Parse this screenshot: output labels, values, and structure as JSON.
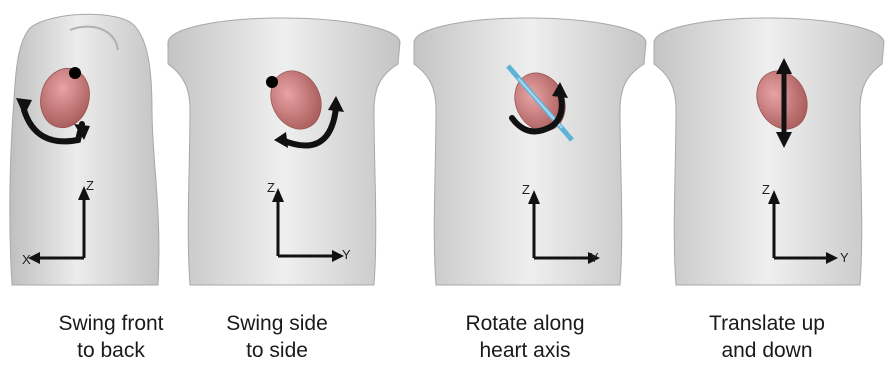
{
  "panels": [
    {
      "caption_line1": "Swing front",
      "caption_line2": "to back",
      "axis_vertical": "Z",
      "axis_horizontal": "X",
      "motion_icon": "curved-arrow-icon"
    },
    {
      "caption_line1": "Swing side",
      "caption_line2": "to side",
      "axis_vertical": "Z",
      "axis_horizontal": "Y",
      "motion_icon": "curved-arrow-icon"
    },
    {
      "caption_line1": "Rotate along",
      "caption_line2": "heart axis",
      "axis_vertical": "Z",
      "axis_horizontal": "Y",
      "motion_icon": "rotation-arrow-icon"
    },
    {
      "caption_line1": "Translate up",
      "caption_line2": "and down",
      "axis_vertical": "Z",
      "axis_horizontal": "Y",
      "motion_icon": "double-arrow-icon"
    }
  ],
  "colors": {
    "torso": "#d9d9d9",
    "heart": "#c97a7a",
    "heart_axis": "#5fb3d9",
    "arrow": "#111111"
  }
}
